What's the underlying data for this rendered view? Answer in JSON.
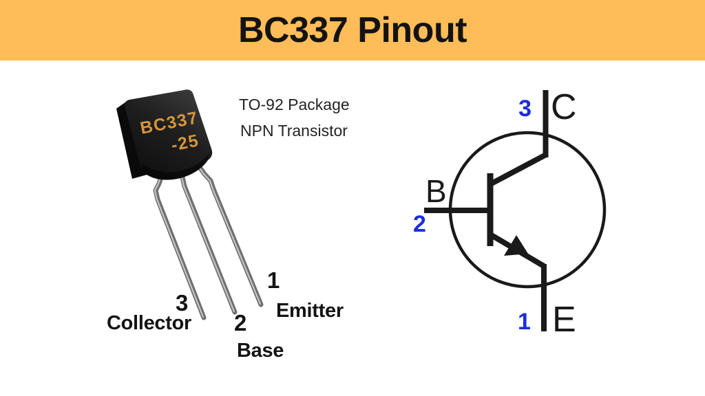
{
  "header": {
    "title": "BC337 Pinout"
  },
  "package_figure": {
    "marking_line1": "BC337",
    "marking_line2": "-25",
    "caption_line1": "TO-92 Package",
    "caption_line2": "NPN Transistor",
    "pins": [
      {
        "number": "3",
        "name": "Collector"
      },
      {
        "number": "2",
        "name": "Base"
      },
      {
        "number": "1",
        "name": "Emitter"
      }
    ]
  },
  "schematic": {
    "terminals": [
      {
        "number": "3",
        "letter": "C",
        "name": "collector"
      },
      {
        "number": "2",
        "letter": "B",
        "name": "base"
      },
      {
        "number": "1",
        "letter": "E",
        "name": "emitter"
      }
    ]
  },
  "colors": {
    "banner_orange": "#FFBD59",
    "accent_blue": "#1B2DDB",
    "marking_orange": "#D6953A",
    "line_black": "#1A1A1A"
  }
}
